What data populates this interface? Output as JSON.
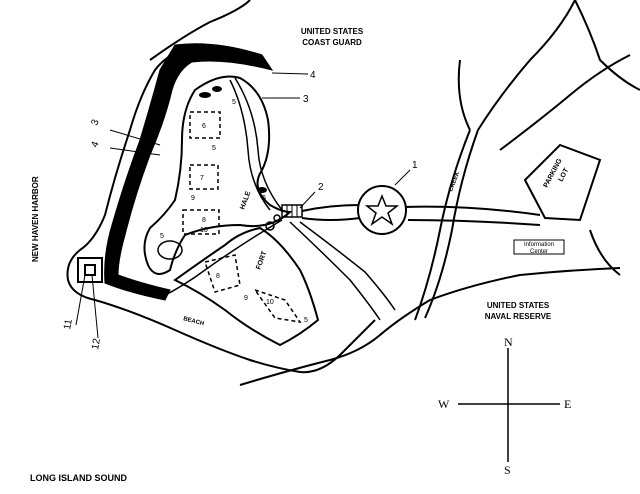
{
  "labels": {
    "coast_guard_line1": "UNITED STATES",
    "coast_guard_line2": "COAST GUARD",
    "naval_line1": "UNITED STATES",
    "naval_line2": "NAVAL RESERVE",
    "harbor": "NEW HAVEN HARBOR",
    "sound": "LONG ISLAND SOUND",
    "parking_line1": "PARKING",
    "parking_line2": "LOT",
    "info_line1": "Information",
    "info_line2": "Center",
    "creek": "CREEK",
    "beach": "BEACH",
    "fort_hale": "HALE",
    "fort": "FORT"
  },
  "callouts": [
    "1",
    "2",
    "3",
    "3",
    "4",
    "4",
    "11",
    "12"
  ],
  "site_numbers": [
    "5",
    "6",
    "7",
    "8",
    "9",
    "10",
    "5",
    "5",
    "8",
    "9",
    "10",
    "5",
    "6"
  ],
  "compass": {
    "n": "N",
    "s": "S",
    "e": "E",
    "w": "W"
  },
  "icons": [
    "star-icon",
    "compass-rose-icon"
  ]
}
